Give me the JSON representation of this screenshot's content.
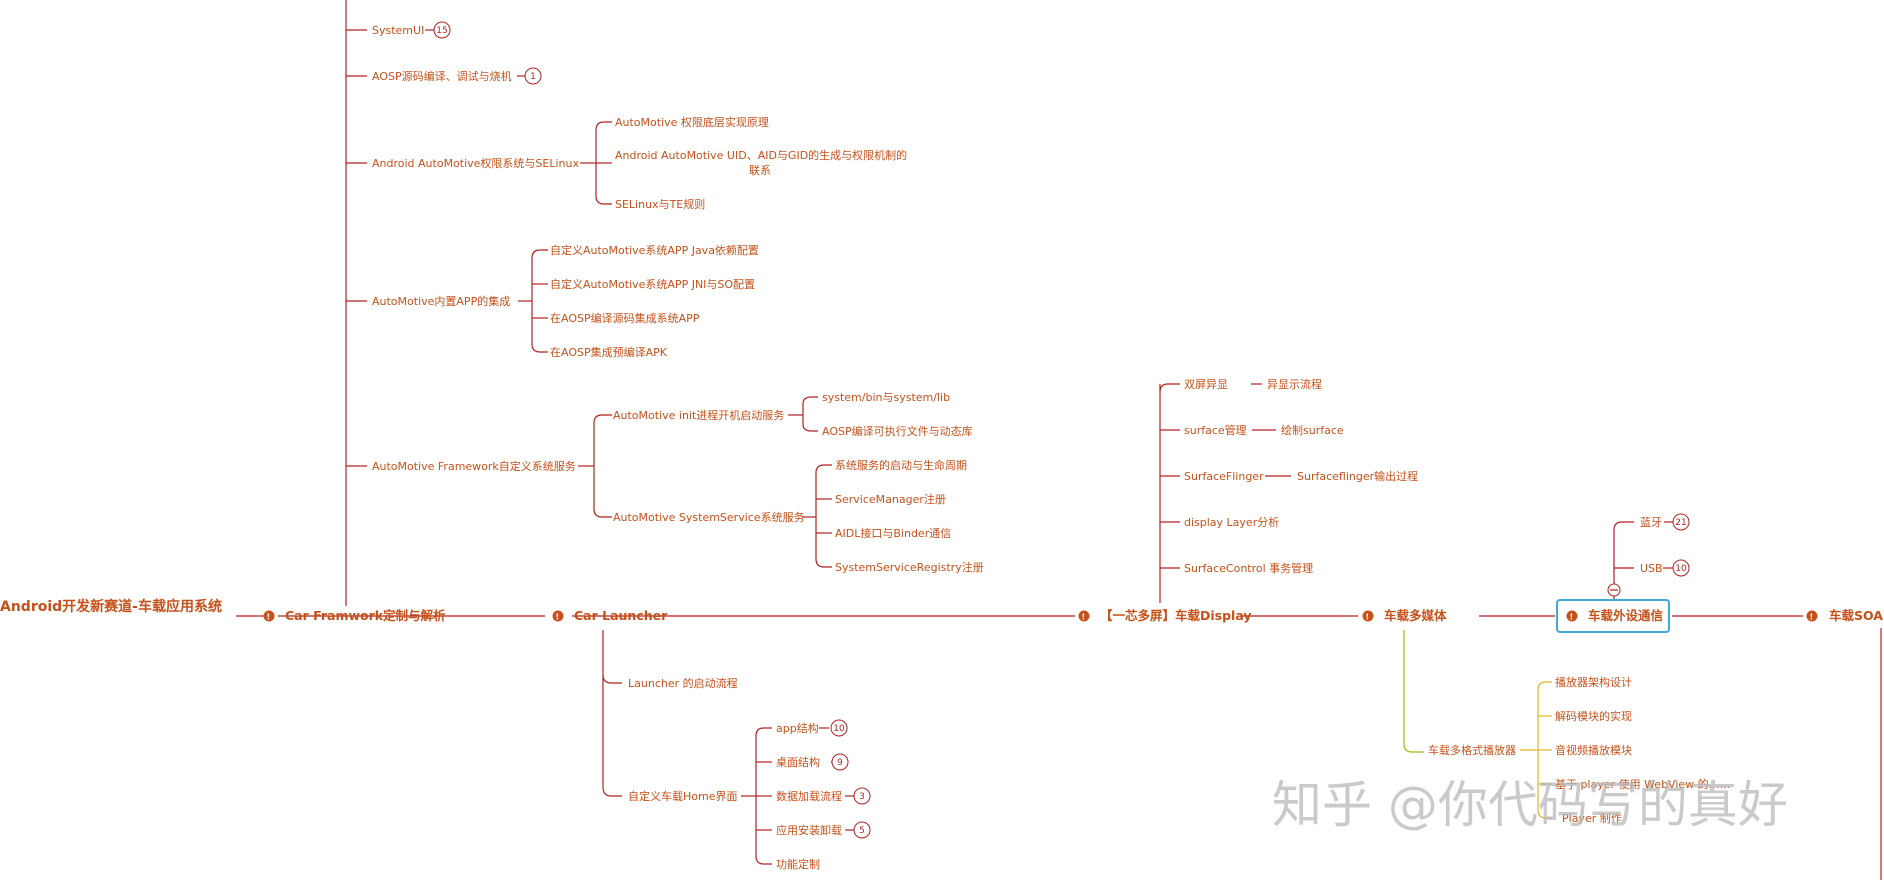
{
  "colors": {
    "branch": "#b22222",
    "text": "#c6511a",
    "olive": "#a8b418",
    "yellow": "#e6b422",
    "selected": "#3fa9d8",
    "watermark": "#b8b8b8"
  },
  "root": {
    "label": "Android开发新赛道-车载应用系统"
  },
  "main_nodes": [
    {
      "label": "Car Framwork定制与解析",
      "icon": "collapse-circle-icon"
    },
    {
      "label": "Car Launcher",
      "icon": "collapse-circle-icon"
    },
    {
      "label": "【一芯多屏】车载Display",
      "icon": "collapse-circle-icon"
    },
    {
      "label": "车载多媒体",
      "icon": "collapse-circle-icon"
    },
    {
      "label": "车载外设通信",
      "icon": "collapse-circle-icon",
      "selected": true
    },
    {
      "label": "车载SOA",
      "icon": "collapse-circle-icon"
    }
  ],
  "framework": {
    "children": [
      {
        "label": "SystemUI",
        "count": "15"
      },
      {
        "label": "AOSP源码编译、调试与烧机",
        "count": "1"
      },
      {
        "label": "Android AutoMotive权限系统与SELinux",
        "children": [
          "AutoMotive 权限底层实现原理",
          "Android AutoMotive UID、AID与GID的生成与权限机制的",
          "联系",
          "SELinux与TE规则"
        ]
      },
      {
        "label": "AutoMotive内置APP的集成",
        "children": [
          "自定义AutoMotive系统APP Java依赖配置",
          "自定义AutoMotive系统APP JNI与SO配置",
          "在AOSP编译源码集成系统APP",
          "在AOSP集成预编译APK"
        ]
      },
      {
        "label": "AutoMotive Framework自定义系统服务",
        "children": [
          {
            "label": "AutoMotive init进程开机启动服务",
            "children": [
              "system/bin与system/lib",
              "AOSP编译可执行文件与动态库"
            ]
          },
          {
            "label": "AutoMotive SystemService系统服务",
            "children": [
              "系统服务的启动与生命周期",
              "ServiceManager注册",
              "AIDL接口与Binder通信",
              "SystemServiceRegistry注册"
            ]
          }
        ]
      }
    ]
  },
  "launcher": {
    "children": [
      {
        "label": "Launcher 的启动流程"
      },
      {
        "label": "自定义车载Home界面",
        "children": [
          {
            "label": "app结构",
            "count": "10"
          },
          {
            "label": "桌面结构",
            "count": "9"
          },
          {
            "label": "数据加载流程",
            "count": "3"
          },
          {
            "label": "应用安装卸载",
            "count": "5"
          },
          {
            "label": "功能定制"
          }
        ]
      }
    ]
  },
  "display": {
    "children": [
      {
        "label": "双屏异显",
        "child": "异显示流程"
      },
      {
        "label": "surface管理",
        "child": "绘制surface"
      },
      {
        "label": "SurfaceFlinger",
        "child": "Surfaceflinger输出过程"
      },
      {
        "label": "display Layer分析"
      },
      {
        "label": "SurfaceControl 事务管理"
      }
    ]
  },
  "multimedia": {
    "child": "车载多格式播放器",
    "grandchildren": [
      "播放器架构设计",
      "解码模块的实现",
      "音视频播放模块",
      "基于 player 使用 WebView 的……",
      "Player 制作"
    ]
  },
  "peripheral": {
    "children": [
      {
        "label": "蓝牙",
        "count": "21"
      },
      {
        "label": "USB",
        "count": "10"
      }
    ]
  },
  "watermark": "知乎 @你代码写的真好"
}
